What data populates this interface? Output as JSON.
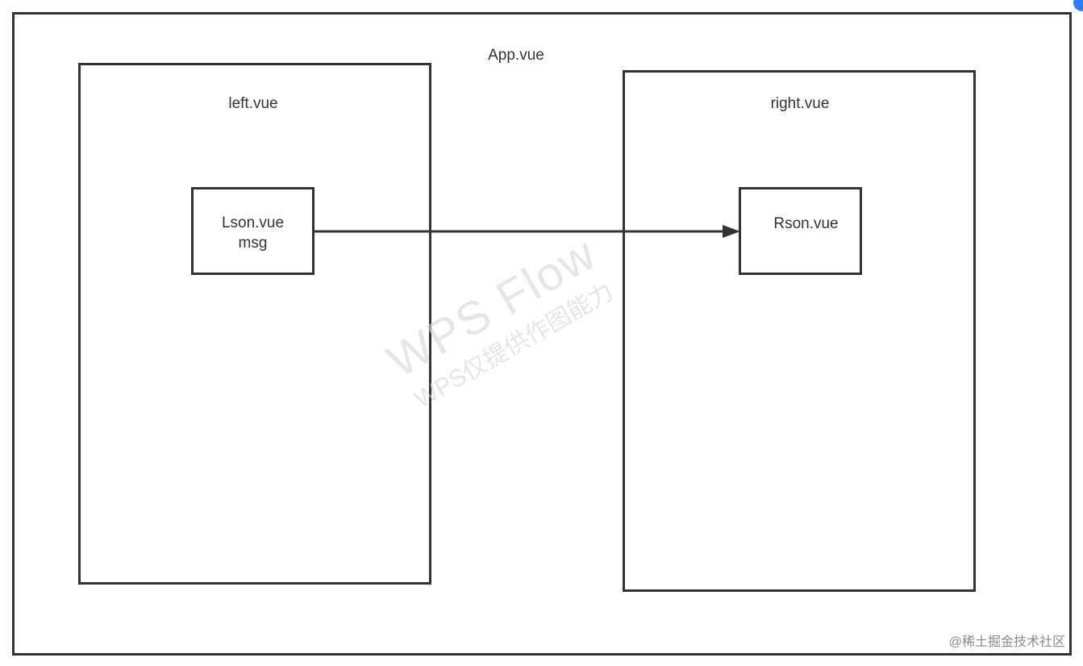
{
  "diagram": {
    "app": "App.vue",
    "left": "left.vue",
    "right": "right.vue",
    "lson": "Lson.vue\nmsg",
    "rson": "Rson.vue",
    "arrow": {
      "from": "lson",
      "to": "rson"
    }
  },
  "watermark": {
    "main": "WPS Flow",
    "sub": "WPS仅提供作图能力"
  },
  "credit": "@稀土掘金技术社区",
  "colors": {
    "stroke": "#333333",
    "watermark": "#d6d6d6",
    "corner": "#2f7cf6"
  }
}
